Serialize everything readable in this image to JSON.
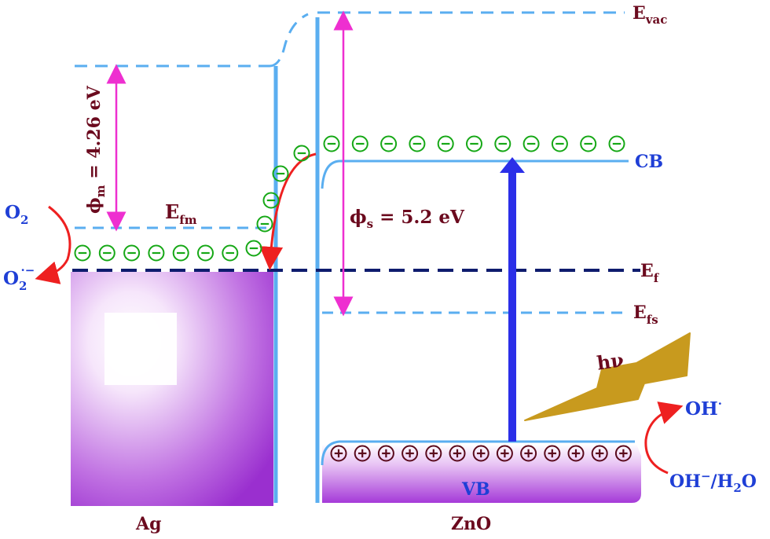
{
  "labels": {
    "e_vac": "E",
    "e_vac_sub": "vac",
    "e_f": "E",
    "e_f_sub": "f",
    "e_fs": "E",
    "e_fs_sub": "fs",
    "e_fm": "E",
    "e_fm_sub": "fm",
    "cb": "CB",
    "vb": "VB",
    "metal": "Ag",
    "semiconductor": "ZnO",
    "phi_m_symbol": "ϕ",
    "phi_m_sub": "m",
    "phi_m_value": " = 4.26 eV",
    "phi_s_symbol": "ϕ",
    "phi_s_sub": "s",
    "phi_s_value": " = 5.2 eV",
    "o2": "O",
    "o2_sub": "2",
    "o2_radical": "O",
    "o2_radical_sub": "2",
    "o2_radical_sup": "·−",
    "oh_radical": "OH",
    "oh_radical_sup": "·",
    "oh_minus": "OH",
    "oh_minus_sup": "−",
    "h2o": "/H",
    "h2o_sub": "2",
    "h2o_tail": "O",
    "photon": "hν"
  },
  "symbols": {
    "electron": "⊖",
    "hole": "⊕"
  },
  "counts": {
    "electrons_semiconductor": 11,
    "electrons_metal": 7,
    "holes": 13
  },
  "colors": {
    "band_line": "#5aaef0",
    "dashed_level": "#5aaef0",
    "fermi_dashed": "#0e1c6e",
    "arrow_magenta": "#ee2fd0",
    "arrow_red": "#ee2020",
    "excitation_arrow": "#2b2fe8",
    "electron_green": "#16a816",
    "hole_maroon": "#5a0a1c",
    "bolt": "#c89a1e",
    "metal_block": "#a43ad8"
  }
}
